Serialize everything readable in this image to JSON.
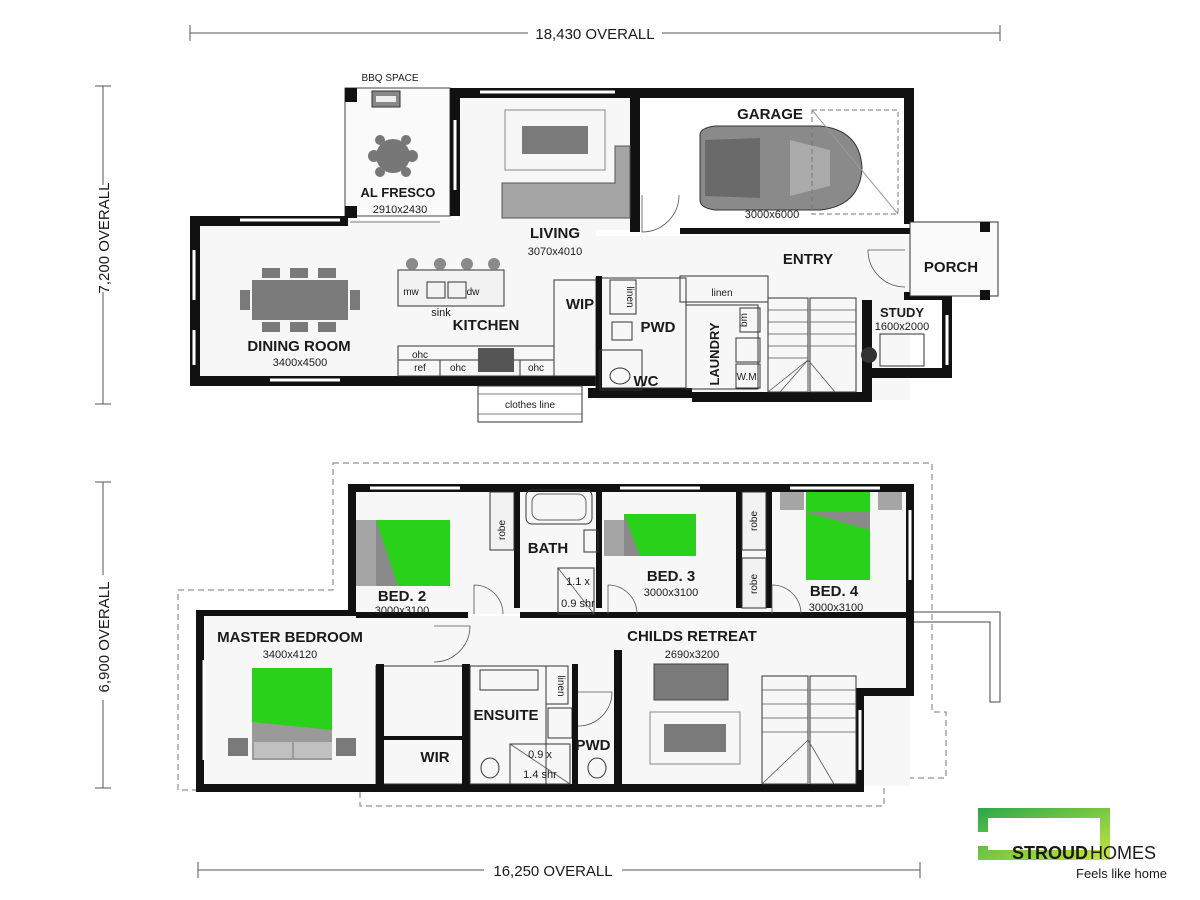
{
  "dimensions": {
    "top_overall": "18,430 OVERALL",
    "bottom_overall": "16,250 OVERALL",
    "left_upper_overall": "7,200 OVERALL",
    "left_lower_overall": "6,900 OVERALL"
  },
  "ground_floor": {
    "bbq_space": "BBQ SPACE",
    "alfresco": {
      "name": "AL FRESCO",
      "size": "2910x2430"
    },
    "living": {
      "name": "LIVING",
      "size": "3070x4010"
    },
    "garage": {
      "name": "GARAGE",
      "size": "3000x6000"
    },
    "entry": "ENTRY",
    "porch": "PORCH",
    "study": {
      "name": "STUDY",
      "size": "1600x2000"
    },
    "dining": {
      "name": "DINING ROOM",
      "size": "3400x4500"
    },
    "kitchen": "KITCHEN",
    "wip": "WIP",
    "pwd": "PWD",
    "wc": "WC",
    "laundry": "LAUNDRY",
    "linen_1": "linen",
    "linen_2": "linen",
    "bm": "bm",
    "wm": "W.M.",
    "mw": "mw",
    "dw": "dw",
    "sink": "sink",
    "ohc_1": "ohc",
    "ohc_2": "ohc",
    "ohc_3": "ohc",
    "ref": "ref",
    "clothes_line": "clothes line"
  },
  "first_floor": {
    "bed2": {
      "name": "BED. 2",
      "size": "3000x3100"
    },
    "bed3": {
      "name": "BED. 3",
      "size": "3000x3100"
    },
    "bed4": {
      "name": "BED. 4",
      "size": "3000x3100"
    },
    "bath": "BATH",
    "shower_1_l1": "1.1 x",
    "shower_1_l2": "0.9 shr",
    "robe_1": "robe",
    "robe_2": "robe",
    "robe_3": "robe",
    "master": {
      "name": "MASTER BEDROOM",
      "size": "3400x4120"
    },
    "childs_retreat": {
      "name": "CHILDS RETREAT",
      "size": "2690x3200"
    },
    "ensuite": "ENSUITE",
    "wir": "WIR",
    "pwd": "PWD",
    "linen": "linen",
    "shower_2_l1": "0.9 x",
    "shower_2_l2": "1.4 shr"
  },
  "logo": {
    "brand_bold": "STROUD",
    "brand_light": "HOMES",
    "tagline": "Feels like home"
  },
  "colors": {
    "bed_green": "#2ad11a",
    "wall": "#111111",
    "logo_green_light": "#c8e63c",
    "logo_green_dark": "#2aa84a"
  }
}
